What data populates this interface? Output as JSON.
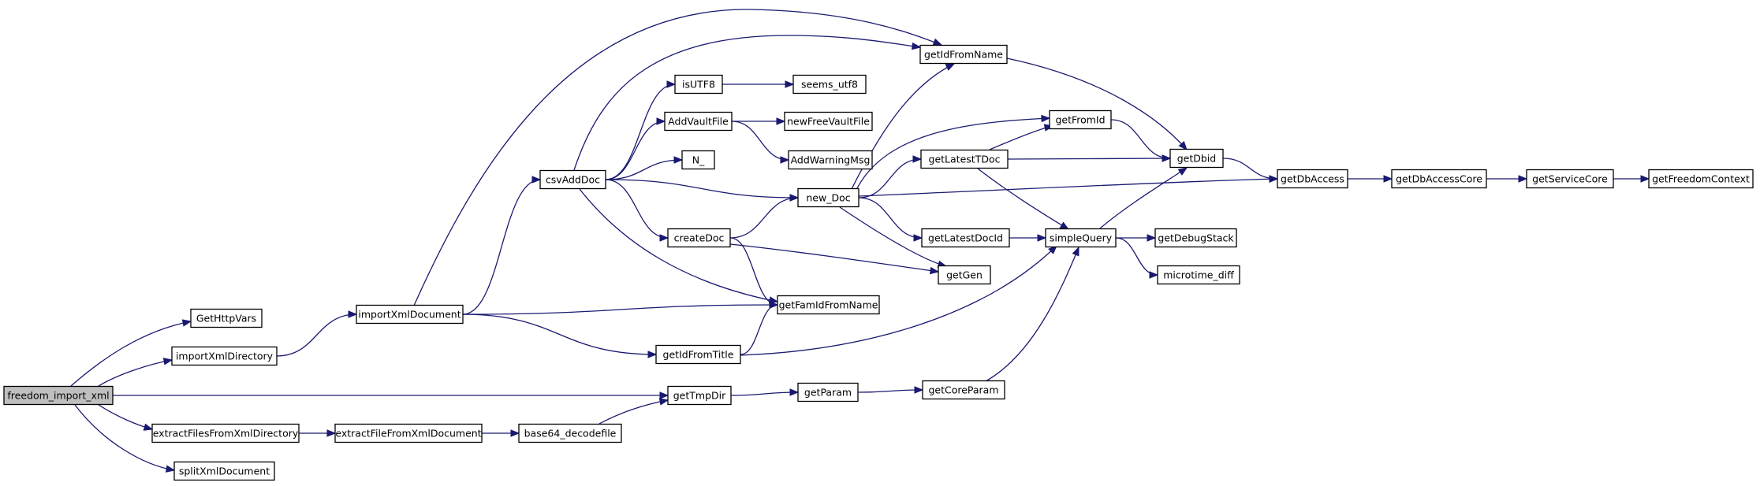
{
  "colors": {
    "edge": "#191970",
    "node_fill": "#ffffff",
    "root_fill": "#bfbfbf",
    "node_border": "#000000"
  },
  "nodes": [
    {
      "id": "freedom_import_xml",
      "label": "freedom_import_xml",
      "root": true
    },
    {
      "id": "GetHttpVars",
      "label": "GetHttpVars"
    },
    {
      "id": "importXmlDirectory",
      "label": "importXmlDirectory"
    },
    {
      "id": "extractFilesFromXmlDirectory",
      "label": "extractFilesFromXmlDirectory"
    },
    {
      "id": "splitXmlDocument",
      "label": "splitXmlDocument"
    },
    {
      "id": "importXmlDocument",
      "label": "importXmlDocument"
    },
    {
      "id": "extractFileFromXmlDocument",
      "label": "extractFileFromXmlDocument"
    },
    {
      "id": "csvAddDoc",
      "label": "csvAddDoc"
    },
    {
      "id": "base64_decodefile",
      "label": "base64_decodefile"
    },
    {
      "id": "isUTF8",
      "label": "isUTF8"
    },
    {
      "id": "AddVaultFile",
      "label": "AddVaultFile"
    },
    {
      "id": "N_",
      "label": "N_"
    },
    {
      "id": "createDoc",
      "label": "createDoc"
    },
    {
      "id": "getIdFromTitle",
      "label": "getIdFromTitle"
    },
    {
      "id": "getTmpDir",
      "label": "getTmpDir"
    },
    {
      "id": "seems_utf8",
      "label": "seems_utf8"
    },
    {
      "id": "newFreeVaultFile",
      "label": "newFreeVaultFile"
    },
    {
      "id": "AddWarningMsg",
      "label": "AddWarningMsg"
    },
    {
      "id": "new_Doc",
      "label": "new_Doc"
    },
    {
      "id": "getFamIdFromName",
      "label": "getFamIdFromName"
    },
    {
      "id": "getParam",
      "label": "getParam"
    },
    {
      "id": "getIdFromName",
      "label": "getIdFromName"
    },
    {
      "id": "getLatestTDoc",
      "label": "getLatestTDoc"
    },
    {
      "id": "getLatestDocId",
      "label": "getLatestDocId"
    },
    {
      "id": "getGen",
      "label": "getGen"
    },
    {
      "id": "getCoreParam",
      "label": "getCoreParam"
    },
    {
      "id": "getFromId",
      "label": "getFromId"
    },
    {
      "id": "simpleQuery",
      "label": "simpleQuery"
    },
    {
      "id": "getDbid",
      "label": "getDbid"
    },
    {
      "id": "getDebugStack",
      "label": "getDebugStack"
    },
    {
      "id": "microtime_diff",
      "label": "microtime_diff"
    },
    {
      "id": "getDbAccess",
      "label": "getDbAccess"
    },
    {
      "id": "getDbAccessCore",
      "label": "getDbAccessCore"
    },
    {
      "id": "getServiceCore",
      "label": "getServiceCore"
    },
    {
      "id": "getFreedomContext",
      "label": "getFreedomContext"
    }
  ],
  "edges": [
    [
      "freedom_import_xml",
      "GetHttpVars"
    ],
    [
      "freedom_import_xml",
      "importXmlDirectory"
    ],
    [
      "freedom_import_xml",
      "getTmpDir"
    ],
    [
      "freedom_import_xml",
      "extractFilesFromXmlDirectory"
    ],
    [
      "freedom_import_xml",
      "splitXmlDocument"
    ],
    [
      "importXmlDirectory",
      "importXmlDocument"
    ],
    [
      "importXmlDocument",
      "csvAddDoc"
    ],
    [
      "importXmlDocument",
      "getIdFromName"
    ],
    [
      "importXmlDocument",
      "getFamIdFromName"
    ],
    [
      "importXmlDocument",
      "getIdFromTitle"
    ],
    [
      "extractFilesFromXmlDirectory",
      "extractFileFromXmlDocument"
    ],
    [
      "extractFileFromXmlDocument",
      "base64_decodefile"
    ],
    [
      "base64_decodefile",
      "getTmpDir"
    ],
    [
      "csvAddDoc",
      "getIdFromName"
    ],
    [
      "csvAddDoc",
      "isUTF8"
    ],
    [
      "csvAddDoc",
      "AddVaultFile"
    ],
    [
      "csvAddDoc",
      "N_"
    ],
    [
      "csvAddDoc",
      "new_Doc"
    ],
    [
      "csvAddDoc",
      "createDoc"
    ],
    [
      "csvAddDoc",
      "getFamIdFromName"
    ],
    [
      "isUTF8",
      "seems_utf8"
    ],
    [
      "AddVaultFile",
      "newFreeVaultFile"
    ],
    [
      "AddVaultFile",
      "AddWarningMsg"
    ],
    [
      "createDoc",
      "new_Doc"
    ],
    [
      "createDoc",
      "getFamIdFromName"
    ],
    [
      "createDoc",
      "getGen"
    ],
    [
      "getIdFromTitle",
      "getFamIdFromName"
    ],
    [
      "getIdFromTitle",
      "simpleQuery"
    ],
    [
      "getTmpDir",
      "getParam"
    ],
    [
      "getParam",
      "getCoreParam"
    ],
    [
      "getCoreParam",
      "simpleQuery"
    ],
    [
      "new_Doc",
      "getIdFromName"
    ],
    [
      "new_Doc",
      "getFromId"
    ],
    [
      "new_Doc",
      "getLatestTDoc"
    ],
    [
      "new_Doc",
      "getDbAccess"
    ],
    [
      "new_Doc",
      "getLatestDocId"
    ],
    [
      "new_Doc",
      "getGen"
    ],
    [
      "getIdFromName",
      "getDbid"
    ],
    [
      "getLatestTDoc",
      "getFromId"
    ],
    [
      "getLatestTDoc",
      "getDbid"
    ],
    [
      "getLatestTDoc",
      "simpleQuery"
    ],
    [
      "getLatestDocId",
      "simpleQuery"
    ],
    [
      "getFromId",
      "getDbid"
    ],
    [
      "simpleQuery",
      "getDbid"
    ],
    [
      "simpleQuery",
      "getDebugStack"
    ],
    [
      "simpleQuery",
      "microtime_diff"
    ],
    [
      "getDbid",
      "getDbAccess"
    ],
    [
      "getDbAccess",
      "getDbAccessCore"
    ],
    [
      "getDbAccessCore",
      "getServiceCore"
    ],
    [
      "getServiceCore",
      "getFreedomContext"
    ]
  ]
}
